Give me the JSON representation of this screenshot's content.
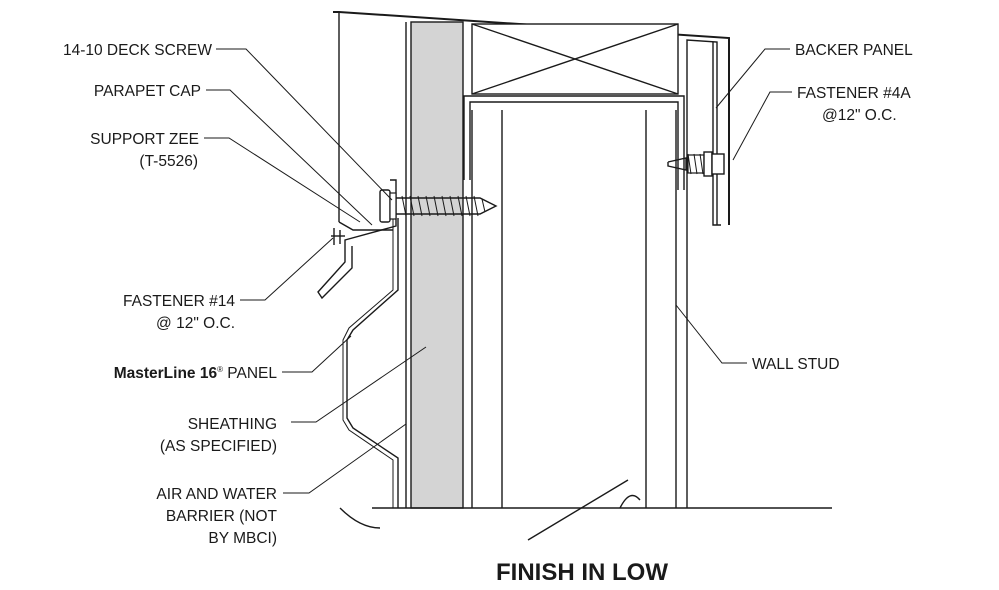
{
  "title": "FINISH IN LOW",
  "labels": {
    "deck_screw": "14-10 DECK SCREW",
    "parapet_cap": "PARAPET CAP",
    "support_zee_1": "SUPPORT ZEE",
    "support_zee_2": "(T-5526)",
    "fastener14_1": "FASTENER #14",
    "fastener14_2": "@ 12\" O.C.",
    "panel_bold": "MasterLine 16",
    "panel_reg": "®",
    "panel_rest": " PANEL",
    "sheathing_1": "SHEATHING",
    "sheathing_2": "(AS SPECIFIED)",
    "barrier_1": "AIR AND WATER",
    "barrier_2": "BARRIER (NOT",
    "barrier_3": "BY MBCI)",
    "backer_panel": "BACKER PANEL",
    "fastener4a_1": "FASTENER #4A",
    "fastener4a_2": "@12\" O.C.",
    "wall_stud": "WALL STUD"
  },
  "colors": {
    "line": "#1a1a1a",
    "sheathing_fill": "#d4d4d4",
    "background": "#ffffff"
  }
}
